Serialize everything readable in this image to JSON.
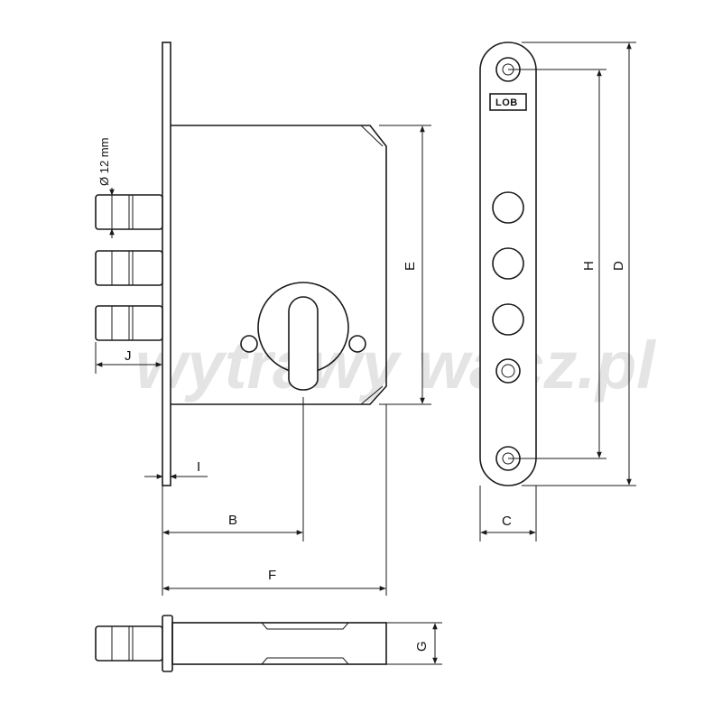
{
  "diagram": {
    "diameter_note": "Ø 12 mm",
    "watermark": "wytrawy wacz.pl",
    "logo_text": "LOB",
    "dimensions": {
      "A_label": "B",
      "F_label": "F",
      "E_label": "E",
      "H_label": "H",
      "D_label": "D",
      "C_label": "C",
      "G_label": "G",
      "I_label": "I",
      "J_label": "J"
    },
    "colors": {
      "line": "#1a1a1a",
      "background": "#ffffff",
      "watermark": "#e4e4e4"
    }
  }
}
